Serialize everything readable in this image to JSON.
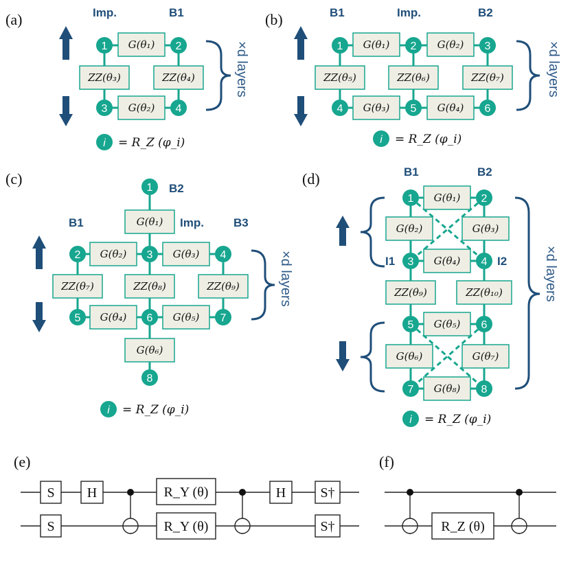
{
  "panels": {
    "a": {
      "label": "(a)",
      "headers": [
        "Imp.",
        "B1"
      ],
      "nodes": [
        "1",
        "2",
        "3",
        "4"
      ],
      "gates": [
        "G(θ₁)",
        "ZZ(θ₃)",
        "ZZ(θ₄)",
        "G(θ₂)"
      ],
      "layers": "×d layers",
      "legend_node": "i",
      "legend_text": "= R_Z (φ_i)"
    },
    "b": {
      "label": "(b)",
      "headers": [
        "B1",
        "Imp.",
        "B2"
      ],
      "nodes": [
        "1",
        "2",
        "3",
        "4",
        "5",
        "6"
      ],
      "gates": [
        "G(θ₁)",
        "G(θ₂)",
        "ZZ(θ₅)",
        "ZZ(θ₆)",
        "ZZ(θ₇)",
        "G(θ₃)",
        "G(θ₄)"
      ],
      "layers": "×d layers",
      "legend_node": "i",
      "legend_text": "= R_Z (φ_i)"
    },
    "c": {
      "label": "(c)",
      "headers": [
        "B2",
        "Imp.",
        "B1",
        "B3"
      ],
      "nodes": [
        "1",
        "2",
        "3",
        "4",
        "5",
        "6",
        "7",
        "8"
      ],
      "gates": [
        "G(θ₁)",
        "G(θ₂)",
        "G(θ₃)",
        "ZZ(θ₇)",
        "ZZ(θ₈)",
        "ZZ(θ₉)",
        "G(θ₄)",
        "G(θ₅)",
        "G(θ₆)"
      ],
      "layers": "×d layers",
      "legend_node": "i",
      "legend_text": "= R_Z (φ_i)"
    },
    "d": {
      "label": "(d)",
      "headers": [
        "B1",
        "B2",
        "I1",
        "I2"
      ],
      "nodes": [
        "1",
        "2",
        "3",
        "4",
        "5",
        "6",
        "7",
        "8"
      ],
      "gates": [
        "G(θ₁)",
        "G(θ₂)",
        "G(θ₃)",
        "G(θ₄)",
        "ZZ(θ₉)",
        "ZZ(θ₁₀)",
        "G(θ₅)",
        "G(θ₆)",
        "G(θ₇)",
        "G(θ₈)"
      ],
      "layers": "×d layers",
      "legend_node": "i",
      "legend_text": "= R_Z (φ_i)"
    },
    "e": {
      "label": "(e)",
      "gates": [
        "S",
        "H",
        "R_Y (θ)",
        "H",
        "S†",
        "S",
        "R_Y (θ)",
        "S†"
      ]
    },
    "f": {
      "label": "(f)",
      "gates": [
        "R_Z (θ)"
      ]
    }
  },
  "colors": {
    "node": "#17a68f",
    "gate_fill": "#efeee4",
    "heading": "#1f4e79",
    "layers_text": "#2e5a88"
  }
}
